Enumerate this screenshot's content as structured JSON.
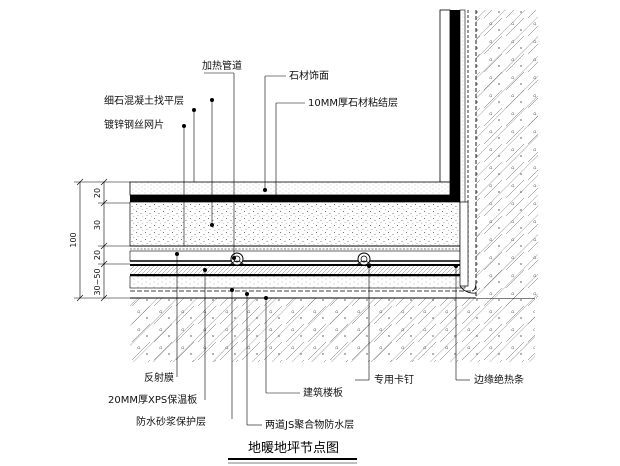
{
  "title": "地暖地坪节点图",
  "labels_top": {
    "pipe": "加热管道",
    "stone_finish": "石材饰面",
    "fine_concrete": "细石混凝土找平层",
    "stone_bond": "10MM厚石材粘结层",
    "wire_mesh": "镀锌钢丝网片"
  },
  "labels_bottom": {
    "reflective_film": "反射膜",
    "xps_board": "20MM厚XPS保温板",
    "mortar_protect": "防水砂浆保护层",
    "js_waterproof": "两道JS聚合物防水层",
    "floor_slab": "建筑楼板",
    "clip": "专用卡钉",
    "edge_strip": "边缘绝热条"
  },
  "dimensions": {
    "total": "100",
    "d1": "20",
    "d2": "30",
    "d3": "20",
    "d4": "30~50"
  }
}
